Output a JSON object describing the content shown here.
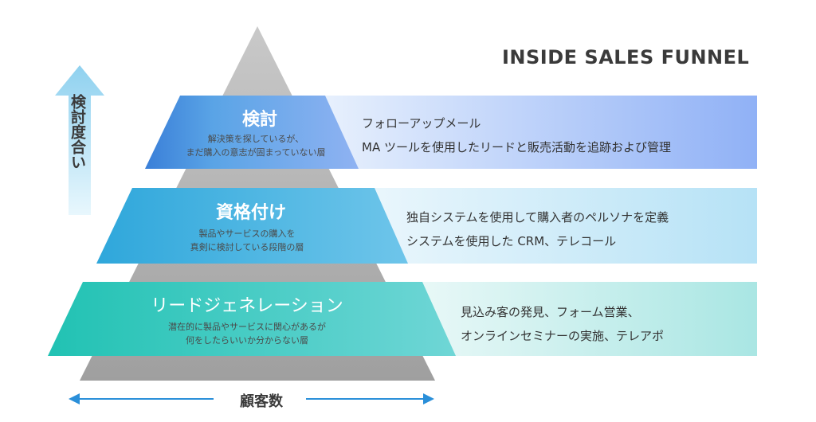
{
  "title": "INSIDE SALES FUNNEL",
  "left_axis_label": "検討度合い",
  "bottom_axis_label": "顧客数",
  "bands": [
    {
      "title": "検討",
      "subtitle_lines": [
        "解決策を探しているが、",
        "まだ購入の意志が固まっていない層"
      ],
      "desc_lines": [
        "フォローアップメール",
        "MA ツールを使用したリードと販売活動を追跡および管理"
      ],
      "color": "#3b82d6"
    },
    {
      "title": "資格付け",
      "subtitle_lines": [
        "製品やサービスの購入を",
        "真剣に検討している段階の層"
      ],
      "desc_lines": [
        "独自システムを使用して購入者のペルソナを定義",
        "システムを使用した CRM、テレコール"
      ],
      "color": "#3aa6d9"
    },
    {
      "title": "リードジェネレーション",
      "subtitle_lines": [
        "潜在的に製品やサービスに関心があるが",
        "何をしたらいいか分からない層"
      ],
      "desc_lines": [
        "見込み客の発見、フォーム営業、",
        "オンラインセミナーの実施、テレアポ"
      ],
      "color": "#2cc1b7"
    }
  ],
  "colors": {
    "pyramid": "#b7b7b7",
    "arrow_up": "#a9dcf2",
    "arrow_horizontal": "#2a8fd9"
  }
}
